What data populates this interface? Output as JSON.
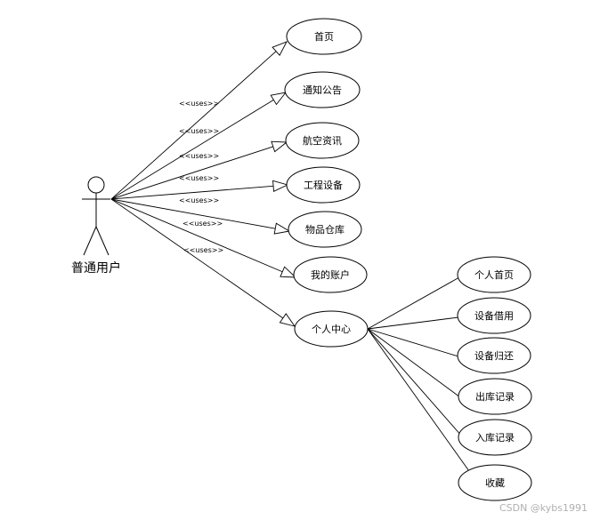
{
  "actor": {
    "name": "普通用户"
  },
  "relation_label": "<<uses>>",
  "uses_cases": [
    {
      "id": "home",
      "label": "首页"
    },
    {
      "id": "notice",
      "label": "通知公告"
    },
    {
      "id": "aviation-news",
      "label": "航空资讯"
    },
    {
      "id": "engineering-equipment",
      "label": "工程设备"
    },
    {
      "id": "goods-warehouse",
      "label": "物品仓库"
    },
    {
      "id": "my-account",
      "label": "我的账户"
    },
    {
      "id": "personal-center",
      "label": "个人中心"
    }
  ],
  "personal_center_children": [
    {
      "id": "personal-home",
      "label": "个人首页"
    },
    {
      "id": "equipment-borrow",
      "label": "设备借用"
    },
    {
      "id": "equipment-return",
      "label": "设备归还"
    },
    {
      "id": "outbound-record",
      "label": "出库记录"
    },
    {
      "id": "inbound-record",
      "label": "入库记录"
    },
    {
      "id": "favorites",
      "label": "收藏"
    }
  ],
  "watermark": "CSDN @kybs1991"
}
